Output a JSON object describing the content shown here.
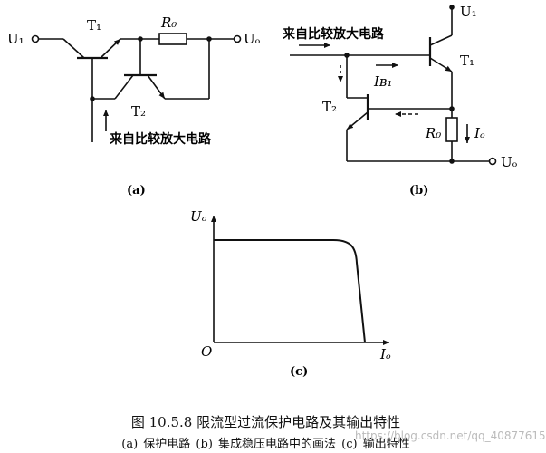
{
  "figure": {
    "title": "图 10.5.8   限流型过流保护电路及其输出特性",
    "subtitle": "(a) 保护电路  (b) 集成稳压电路中的画法  (c) 输出特性",
    "watermark": "https://blog.csdn.net/qq_40877615"
  },
  "panel_a": {
    "label": "(a)",
    "input_label": "U₁",
    "output_label": "Uₒ",
    "t1": "T₁",
    "t2": "T₂",
    "resistor": "R₀",
    "source_note": "来自比较放大电路"
  },
  "panel_b": {
    "label": "(b)",
    "input_label": "U₁",
    "output_label": "Uₒ",
    "t1": "T₁",
    "t2": "T₂",
    "resistor": "R₀",
    "ib1": "Iʙ₁",
    "io": "Iₒ",
    "source_note": "来自比较放大电路"
  },
  "panel_c": {
    "label": "(c)",
    "y_axis": "Uₒ",
    "x_axis": "Iₒ",
    "origin": "O"
  }
}
